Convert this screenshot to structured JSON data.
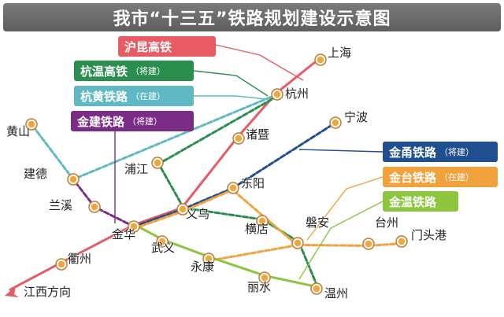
{
  "title": "我市“十三五”铁路规划建设示意图",
  "colors": {
    "title_bg": "#6b6b6b",
    "station_fill": "#f2a53a",
    "station_ring": "#ffffff",
    "station_edge": "#c9772a"
  },
  "cities": [
    {
      "id": "shanghai",
      "label": "上海"
    },
    {
      "id": "hangzhou",
      "label": "杭州"
    },
    {
      "id": "huangshan",
      "label": "黄山"
    },
    {
      "id": "ningbo",
      "label": "宁波"
    },
    {
      "id": "zhuji",
      "label": "诸暨"
    },
    {
      "id": "jiande",
      "label": "建德"
    },
    {
      "id": "pujiang",
      "label": "浦江"
    },
    {
      "id": "dongyang",
      "label": "东阳"
    },
    {
      "id": "lanxi",
      "label": "兰溪"
    },
    {
      "id": "yiwu",
      "label": "义乌"
    },
    {
      "id": "jinhua",
      "label": "金华"
    },
    {
      "id": "hengdian",
      "label": "横店"
    },
    {
      "id": "panan",
      "label": "磐安"
    },
    {
      "id": "taizhou",
      "label": "台州"
    },
    {
      "id": "mentougang",
      "label": "门头港"
    },
    {
      "id": "quzhou",
      "label": "衢州"
    },
    {
      "id": "wuyi",
      "label": "武义"
    },
    {
      "id": "yongkang",
      "label": "永康"
    },
    {
      "id": "lishui",
      "label": "丽水"
    },
    {
      "id": "wenzhou",
      "label": "温州"
    },
    {
      "id": "jiangxi",
      "label": "江西方向"
    }
  ],
  "legend": [
    {
      "id": "hukun",
      "name": "沪昆高铁",
      "status": "",
      "color": "#e85b63"
    },
    {
      "id": "hangwen",
      "name": "杭温高铁",
      "status": "将建",
      "color": "#2a8f4e"
    },
    {
      "id": "hanghuang",
      "name": "杭黄铁路",
      "status": "在建",
      "color": "#5fb9c4"
    },
    {
      "id": "jinjian",
      "name": "金建铁路",
      "status": "将建",
      "color": "#7a2c86"
    },
    {
      "id": "jinyong",
      "name": "金甬铁路",
      "status": "将建",
      "color": "#1f4f8f"
    },
    {
      "id": "jintai",
      "name": "金台铁路",
      "status": "在建",
      "color": "#f2a23c"
    },
    {
      "id": "jinwen",
      "name": "金温铁路",
      "status": "",
      "color": "#8cc63e"
    }
  ]
}
